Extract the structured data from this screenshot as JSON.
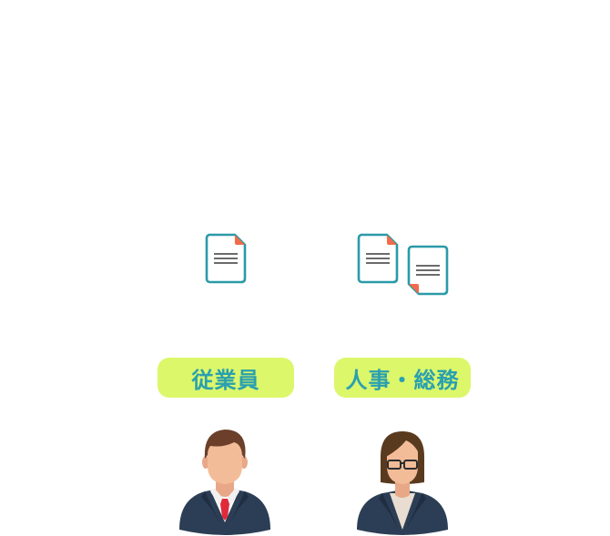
{
  "colors": {
    "document_stroke": "#2a9aa8",
    "document_corner": "#f26b4a",
    "document_lines": "#3a3a3a",
    "label_background": "#dcf76a",
    "label_text": "#2aa0b0",
    "suit": "#2c3e55",
    "skin": "#f3bc98",
    "hair_male": "#6b3f2a",
    "hair_female": "#5a3a1e",
    "tie": "#e02a3a"
  },
  "roles": [
    {
      "label": "従業員",
      "icon": "male-employee-avatar-icon",
      "documents": 1
    },
    {
      "label": "人事・総務",
      "icon": "female-hr-avatar-icon",
      "documents": 2
    }
  ]
}
